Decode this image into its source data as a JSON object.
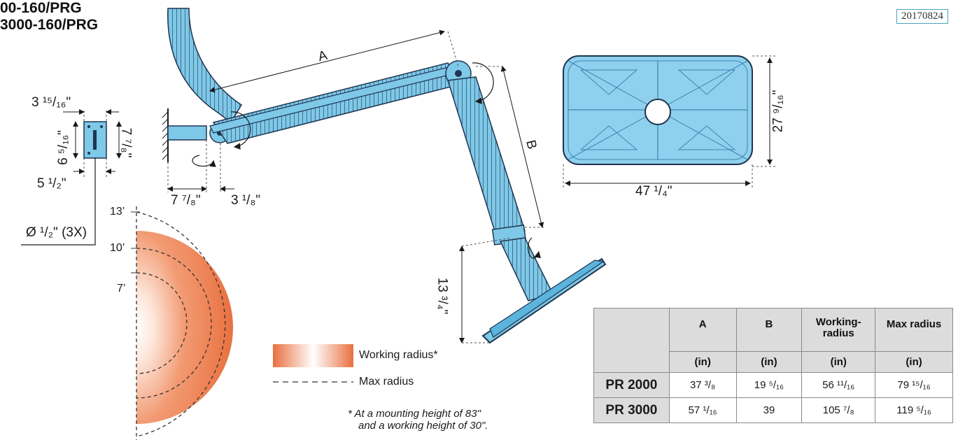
{
  "title_lines": [
    "00-160/PRG",
    "3000-160/PRG"
  ],
  "doc_id": "20170824",
  "dimensions": {
    "A": "A",
    "B": "B",
    "plate_width": "3 ¹⁵/₁₆\"",
    "plate_height": "6 ⁵/₁₆\"",
    "plate_depth": "7 ⁷/₈\"",
    "plate_base": "5 ¹/₂\"",
    "hole": "Ø ¹/₂\" (3X)",
    "arm_offset_1": "7 ⁷/₈\"",
    "arm_offset_2": "3 ¹/₈\"",
    "hood_height": "27 ⁹/₁₆\"",
    "hood_width": "47 ¹/₄\"",
    "hood_drop": "13 ³/₄\""
  },
  "radius_scale": [
    "13’",
    "10’",
    "7’"
  ],
  "legend": {
    "working_radius": "Working radius*",
    "max_radius": "Max radius"
  },
  "footnote": [
    "* At a mounting height of 83\"",
    "and a working height of 30\"."
  ],
  "table": {
    "headers": [
      "A",
      "B",
      "Working-radius",
      "Max radius"
    ],
    "units": [
      "(in)",
      "(in)",
      "(in)",
      "(in)"
    ],
    "rows": [
      {
        "label": "PR 2000",
        "values": [
          "37 ³/₈",
          "19 ⁵/₁₆",
          "56 ¹¹/₁₆",
          "79 ¹⁵/₁₆"
        ]
      },
      {
        "label": "PR 3000",
        "values": [
          "57 ¹/₁₆",
          "39",
          "105 ⁷/₈",
          "119 ⁵/₁₆"
        ]
      }
    ]
  },
  "colors": {
    "arm_blue": "#7ec8e8",
    "arm_dark": "#1f3550",
    "radius_orange": "#ec7a4e",
    "radius_light": "#fde3d6"
  }
}
